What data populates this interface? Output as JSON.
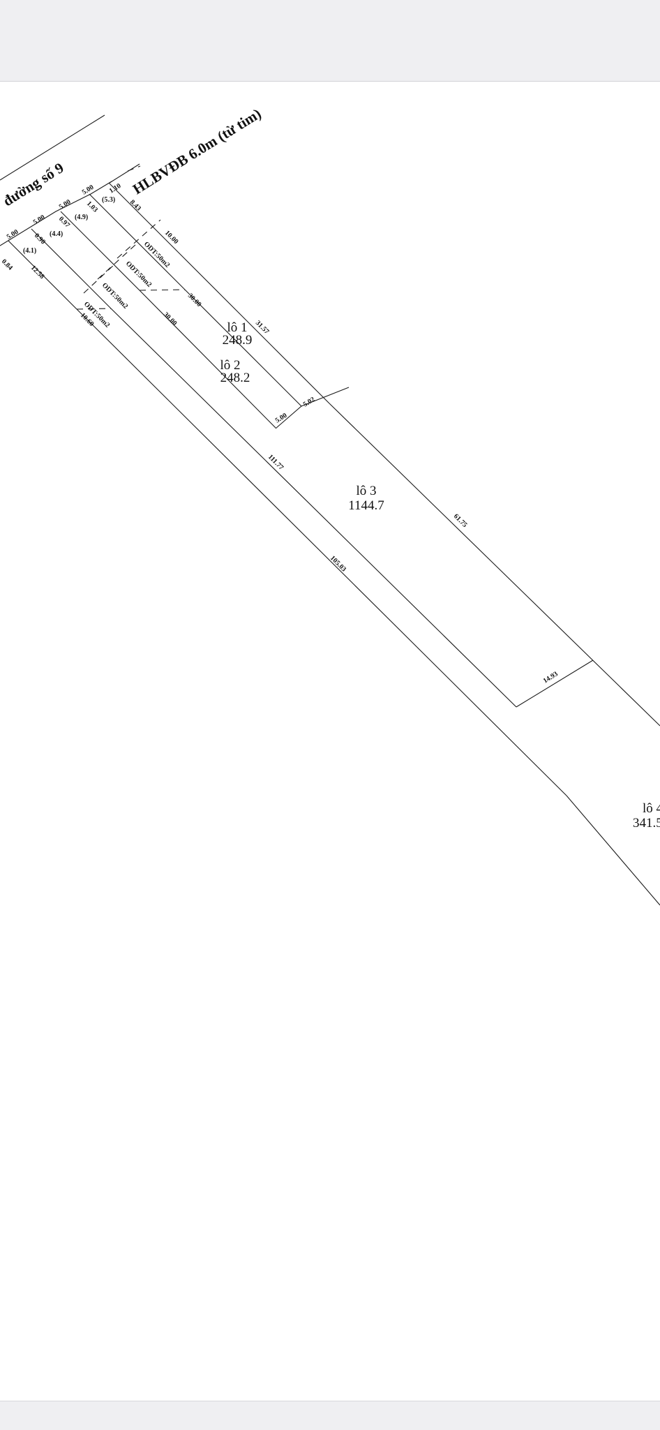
{
  "viewer": {
    "background": "#eff0f3",
    "sheet_color": "#ffffff"
  },
  "drawing": {
    "road_label": "HLBVĐB 6.0m (từ tim)",
    "street_label": "đường số 9",
    "lots": [
      {
        "name": "lô 1",
        "area": "248.9"
      },
      {
        "name": "lô 2",
        "area": "248.2"
      },
      {
        "name": "lô 3",
        "area": "1144.7"
      },
      {
        "name": "lô 4",
        "area": "341.5"
      }
    ],
    "zones": [
      "ODT:50m2",
      "ODT:50m2",
      "ODT:50m2",
      "ODT:50m2"
    ],
    "dims": {
      "front_1": "5.00",
      "front_2": "5.00",
      "front_3": "5.00",
      "front_4": "5.00",
      "front_5": "1.10",
      "setback_1": "0.84",
      "setback_2": "0.90",
      "setback_3": "0.97",
      "setback_4": "1.03",
      "setback_5": "8.43",
      "paren_1": "(4.1)",
      "paren_2": "(4.4)",
      "paren_3": "(4.9)",
      "paren_4": "(5.3)",
      "depth_a": "10.00",
      "depth_b": "12.58",
      "depth_c": "10.60",
      "side_a": "30.00",
      "side_b": "30.00",
      "lot1_side": "31.57",
      "lot_rear_1": "5.02",
      "lot_rear_2": "5.00",
      "lot3_left": "111.77",
      "lot3_right": "61.75",
      "lot3_rear": "14.93",
      "long_side": "105.03"
    }
  }
}
